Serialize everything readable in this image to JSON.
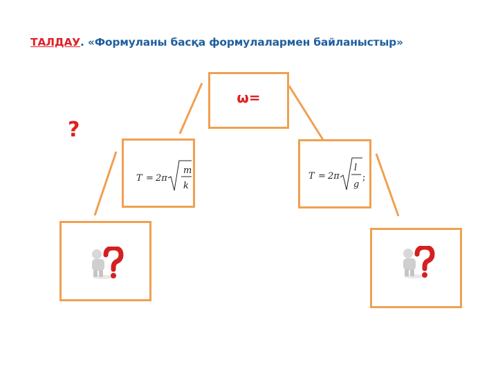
{
  "title": {
    "lead": "ТАЛДАУ",
    "dot": ".",
    "rest": "«Формуланы басқа формулалармен байланыстыр»"
  },
  "top_box": {
    "label": "ω="
  },
  "side_question": "?",
  "formula_left": {
    "lhs": "T",
    "eq": "=",
    "coef": "2π",
    "numerator": "m",
    "denominator": "k"
  },
  "formula_right": {
    "lhs": "T",
    "eq": "=",
    "coef": "2π",
    "numerator": "l",
    "denominator": "g",
    "trail": ";"
  },
  "icons": [
    "thinking-figure-question-icon",
    "thinking-figure-question-icon"
  ],
  "colors": {
    "lead": "#e0202a",
    "title": "#1f5f9e",
    "box_border": "#f0a050",
    "accent_red": "#e02020"
  }
}
